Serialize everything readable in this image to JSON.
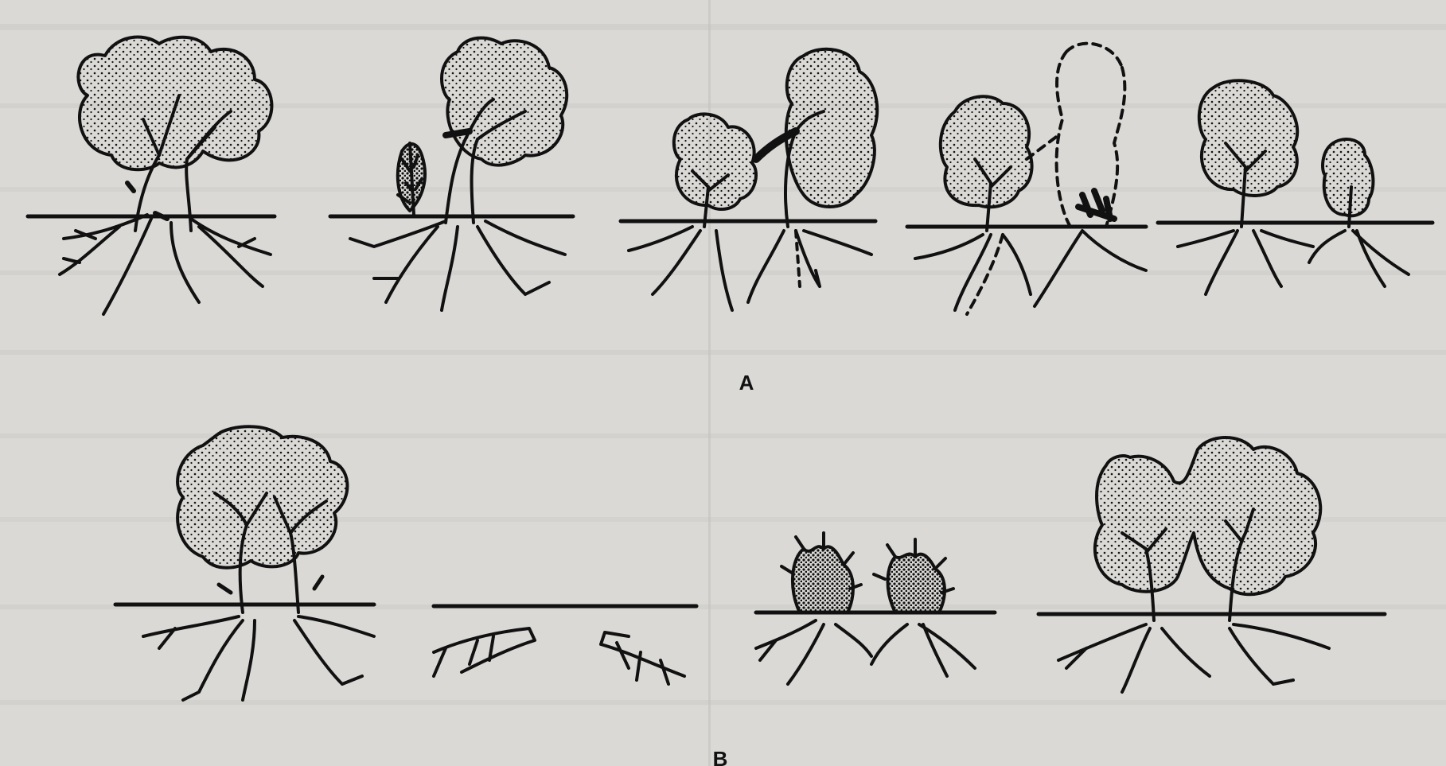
{
  "figure": {
    "panels": [
      {
        "id": "A",
        "label": "A",
        "stages": 5
      },
      {
        "id": "B",
        "label": "B",
        "stages": 4
      }
    ]
  },
  "colors": {
    "paper": "#dad9d6",
    "ink": "#111111",
    "canopy_fill": "#ffffff",
    "bleed_through": "#9c9a96"
  }
}
